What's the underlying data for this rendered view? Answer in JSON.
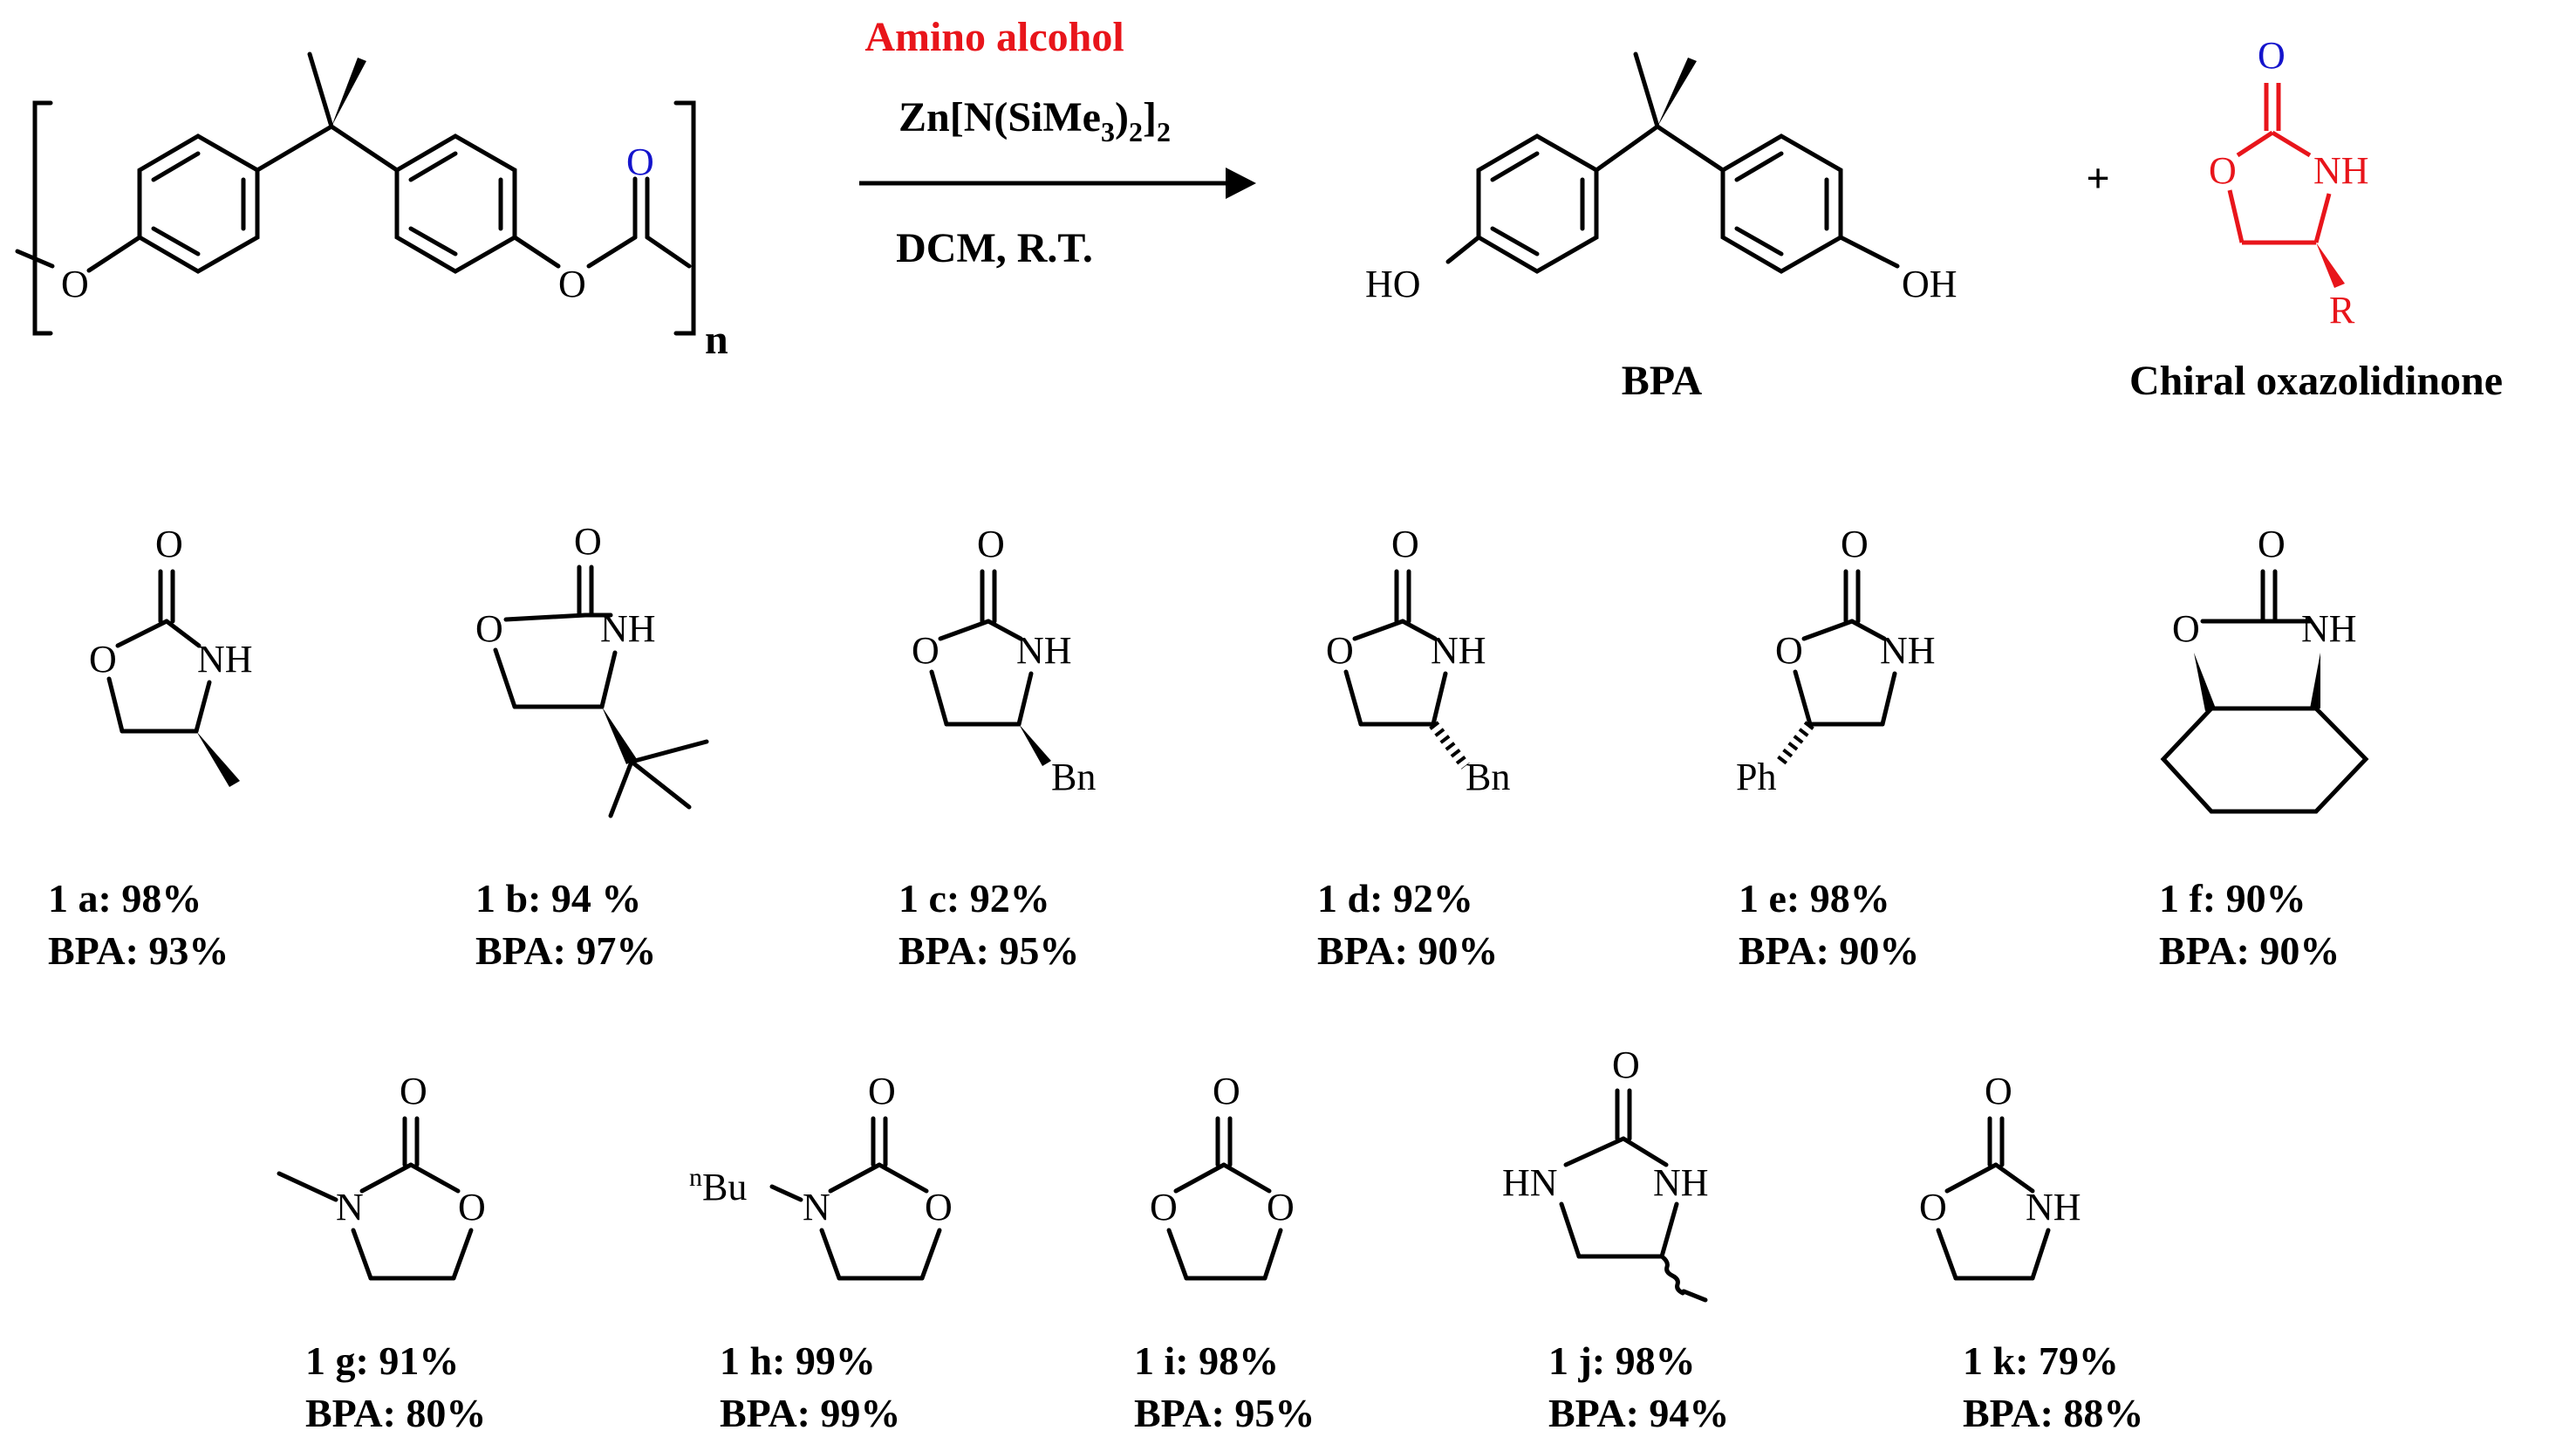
{
  "reaction": {
    "reagent_1": "Amino alcohol",
    "reagent_2": "Zn[N(SiMe",
    "reagent_2_sub1": "3",
    "reagent_2_mid": ")",
    "reagent_2_sub2": "2",
    "reagent_2_end": "]",
    "reagent_2_sub3": "2",
    "conditions": "DCM, R.T.",
    "plus": "+",
    "repeat_n": "n",
    "product_1_name": "BPA",
    "product_2_name": "Chiral oxazolidinone",
    "colors": {
      "reagent": "#e8151b",
      "carbonyl_O": "#1414cc",
      "oxazolidinone": "#e8151b"
    }
  },
  "atoms": {
    "O": "O",
    "NH": "NH",
    "HN": "HN",
    "N": "N",
    "HO": "HO",
    "OH": "OH",
    "R": "R",
    "Bn": "Bn",
    "Ph": "Ph",
    "nBu_sup": "n",
    "nBu": "Bu"
  },
  "products": [
    {
      "id": "1 a: 98%",
      "bpa": "BPA: 93%"
    },
    {
      "id": "1 b: 94 %",
      "bpa": "BPA: 97%"
    },
    {
      "id": "1 c: 92%",
      "bpa": "BPA: 95%"
    },
    {
      "id": "1 d: 92%",
      "bpa": "BPA: 90%"
    },
    {
      "id": "1 e: 98%",
      "bpa": "BPA: 90%"
    },
    {
      "id": "1 f: 90%",
      "bpa": "BPA: 90%"
    },
    {
      "id": "1 g: 91%",
      "bpa": "BPA: 80%"
    },
    {
      "id": "1 h: 99%",
      "bpa": "BPA: 99%"
    },
    {
      "id": "1 i: 98%",
      "bpa": "BPA: 95%"
    },
    {
      "id": "1 j: 98%",
      "bpa": "BPA: 94%"
    },
    {
      "id": "1 k: 79%",
      "bpa": "BPA: 88%"
    }
  ]
}
